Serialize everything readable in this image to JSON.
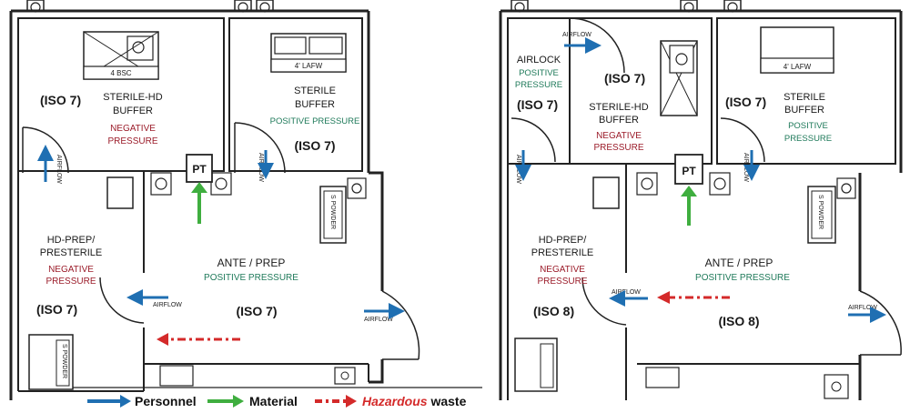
{
  "left": {
    "bsc": "4 BSC",
    "sterile_hd": {
      "line1": "STERILE-HD",
      "line2": "BUFFER",
      "p1": "NEGATIVE",
      "p2": "PRESSURE",
      "iso": "(ISO 7)"
    },
    "lafw": "4' LAFW",
    "sterile": {
      "line1": "STERILE",
      "line2": "BUFFER",
      "p1": "POSITIVE PRESSURE",
      "iso": "(ISO 7)"
    },
    "pt": "PT",
    "airflow_v1": "AIRFLOW",
    "airflow_v2": "AIRFLOW",
    "s_powder": "S POWDER",
    "hd_prep": {
      "line1": "HD-PREP/",
      "line2": "PRESTERILE",
      "p1": "NEGATIVE",
      "p2": "PRESSURE",
      "iso": "(ISO 7)"
    },
    "ante": {
      "line1": "ANTE / PREP",
      "p1": "POSITIVE PRESSURE",
      "iso": "(ISO 7)"
    },
    "airflow_h": "AIRFLOW",
    "airflow_out": "AIRFLOW",
    "sink_label": "S POWDER"
  },
  "right": {
    "airlock": {
      "line1": "AIRLOCK",
      "p1": "POSITIVE",
      "p2": "PRESSURE",
      "iso": "(ISO 7)"
    },
    "airflow_top": "AIRFLOW",
    "sterile_hd": {
      "iso": "(ISO 7)",
      "line1": "STERILE-HD",
      "line2": "BUFFER",
      "p1": "NEGATIVE",
      "p2": "PRESSURE"
    },
    "lafw": "4' LAFW",
    "sterile": {
      "iso": "(ISO 7)",
      "line1": "STERILE",
      "line2": "BUFFER",
      "p1": "POSITIVE",
      "p2": "PRESSURE"
    },
    "pt": "PT",
    "airflow_v1": "AIRFLOW",
    "airflow_v2": "AIRFLOW",
    "s_powder": "S POWDER",
    "hd_prep": {
      "line1": "HD-PREP/",
      "line2": "PRESTERILE",
      "p1": "NEGATIVE",
      "p2": "PRESSURE",
      "iso": "(ISO 8)"
    },
    "ante": {
      "line1": "ANTE / PREP",
      "p1": "POSITIVE PRESSURE",
      "iso": "(ISO 8)"
    },
    "airflow_h": "AIRFLOW",
    "airflow_out": "AIRFLOW"
  },
  "legend": {
    "personnel": "Personnel",
    "material": "Material",
    "hazardous": "Hazardous waste"
  },
  "colors": {
    "personnel": "#1f6fb2",
    "material": "#3fae3f",
    "hazardous": "#d42a2a",
    "negative": "#9b1c2a",
    "positive": "#1f7a5a"
  }
}
